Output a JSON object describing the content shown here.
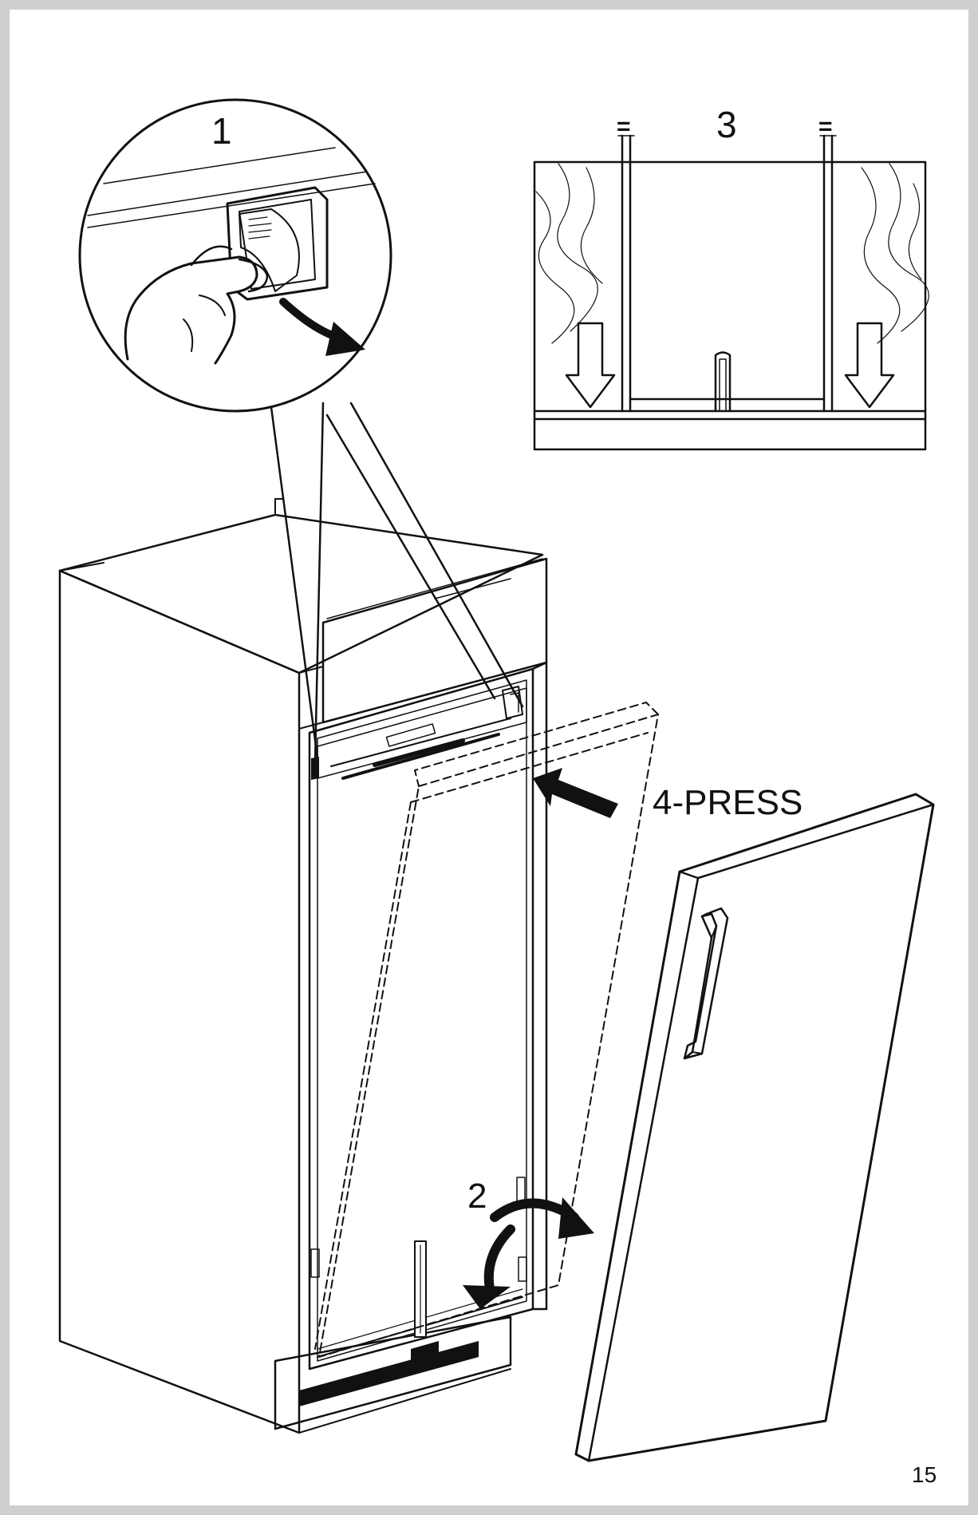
{
  "labels": {
    "step1": "1",
    "step2": "2",
    "step3": "3",
    "step4": "4-PRESS",
    "equal_left": "=",
    "equal_right": "="
  },
  "page_number": "15",
  "colors": {
    "ink": "#111111",
    "frame": "#cfcfcf",
    "paper": "#ffffff"
  }
}
